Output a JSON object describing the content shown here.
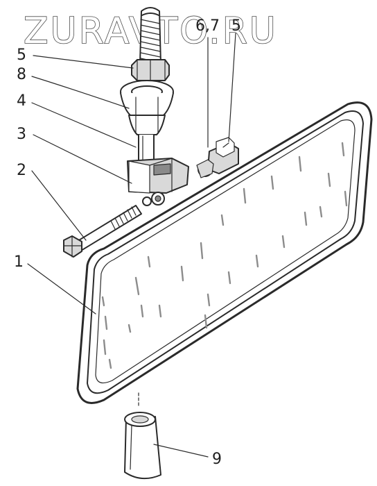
{
  "watermark": "ZURAVTO.RU",
  "callouts": {
    "c1": "1",
    "c2": "2",
    "c3": "3",
    "c4": "4",
    "c5_left": "5",
    "c8": "8",
    "c67": "6,7",
    "c5_right": "5",
    "c9": "9"
  }
}
